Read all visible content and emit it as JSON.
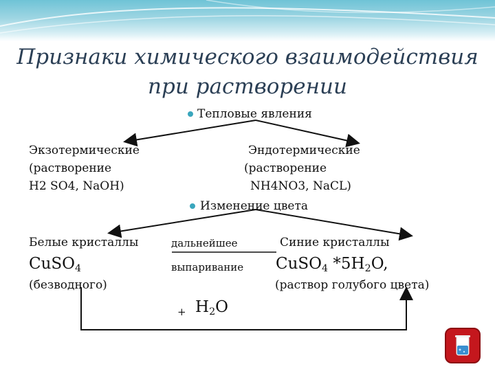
{
  "slide": {
    "title_line1": "Признаки химического взаимодействия",
    "title_line2": "при растворении"
  },
  "bullets": {
    "heat": "Тепловые явления",
    "color": "Изменение цвета"
  },
  "heat": {
    "exo_line1": "Экзотермические",
    "exo_line2": "(растворение",
    "exo_line3": "H2 SO4, NaOH)",
    "endo_line1": "Эндотермические",
    "endo_line2": "(растворение",
    "endo_line3": "NH4NO3, NaCL)"
  },
  "color": {
    "white_crystals": "Белые кристаллы",
    "cuso4_formula": "CuSO",
    "cuso4_index": "4",
    "anhydrous": "(безводного)",
    "evap_line1": "дальнейшее",
    "evap_line2": "выпаривание",
    "blue_crystals": "Синие кристаллы",
    "hydrate_formula_a": "CuSO",
    "hydrate_index_a": "4",
    "hydrate_formula_b": " *5H",
    "hydrate_index_b": "2",
    "hydrate_formula_c": "O,",
    "blue_solution": "(раствор голубого цвета)",
    "plus": "+",
    "water_h": "H",
    "water_index": "2",
    "water_o": "O"
  },
  "icons": {
    "beaker_button": "beaker-icon"
  },
  "colors": {
    "accent": "#3aa6bd",
    "title": "#2b3f55",
    "button": "#c4171d"
  }
}
